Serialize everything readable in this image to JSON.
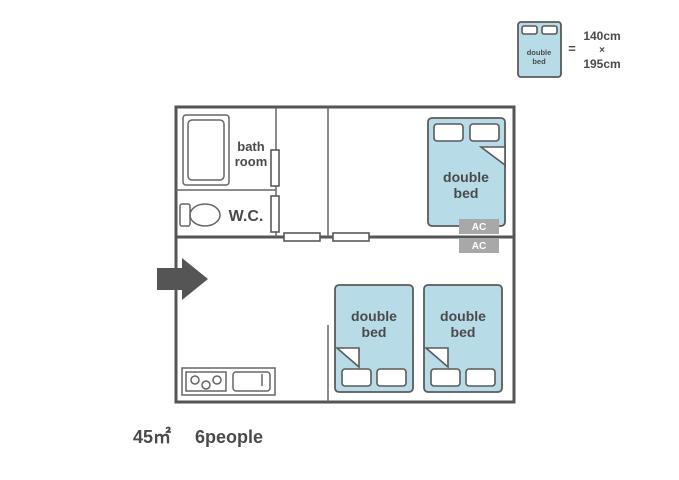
{
  "legend": {
    "bed_label_line1": "double",
    "bed_label_line2": "bed",
    "equals": "=",
    "width": "140cm",
    "times": "×",
    "length": "195cm"
  },
  "rooms": {
    "bath_line1": "bath",
    "bath_line2": "room",
    "wc": "W.C."
  },
  "beds": [
    {
      "line1": "double",
      "line2": "bed"
    },
    {
      "line1": "double",
      "line2": "bed"
    },
    {
      "line1": "double",
      "line2": "bed"
    }
  ],
  "ac": [
    "AC",
    "AC"
  ],
  "info": {
    "area": "45㎡",
    "capacity": "6people"
  },
  "colors": {
    "bed_fill": "#b8dbe8",
    "wall": "#555555",
    "arrow": "#555555",
    "ac_fill": "#a8a8a8"
  }
}
